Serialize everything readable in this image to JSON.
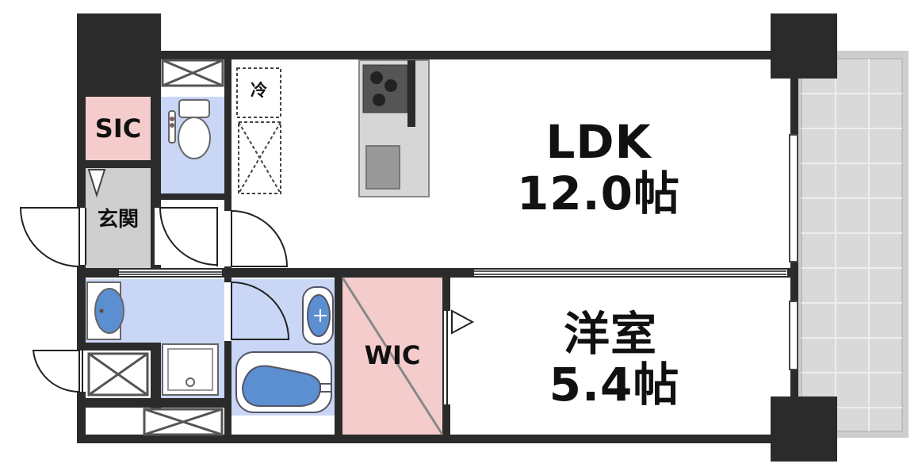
{
  "rooms": {
    "ldk": {
      "name": "LDK",
      "size": "12.0帖"
    },
    "western": {
      "name": "洋室",
      "size": "5.4帖"
    },
    "wic": {
      "name": "WIC"
    },
    "sic": {
      "name": "SIC"
    },
    "entrance": {
      "name": "玄関"
    }
  },
  "fixtures": {
    "fridge": "冷"
  },
  "colors": {
    "wall": "#2b2b2b",
    "closet_pink": "#f4cccc",
    "wet_blue": "#c9d6f5",
    "entrance_gray": "#cfcfcf",
    "balcony_gray": "#cdcdcd"
  }
}
